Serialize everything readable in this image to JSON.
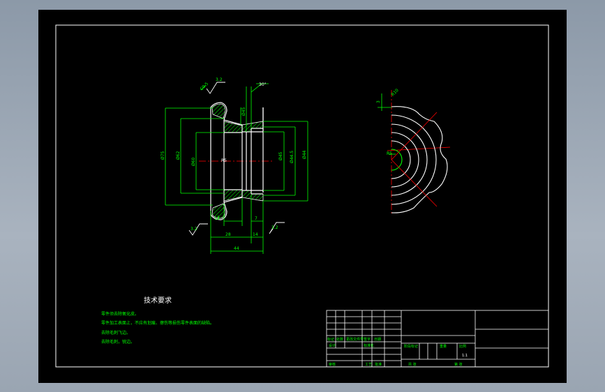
{
  "colors": {
    "desktop": "#a9b3bf",
    "sheet": "#000000",
    "line": "#ffffff",
    "dimension": "#00ff00",
    "hatch": "#00ff00",
    "center": "#ff0000"
  },
  "front_view": {
    "roughness_top": "3.2",
    "roughness_bottom_left": "3.2",
    "roughness_bottom_right": "3.2",
    "chamfer": "C0.5",
    "angle": "30°",
    "dia_outer": "Ø75",
    "dia_flange": "Ø62",
    "dia_bore": "Ø60",
    "dia_inner_1": "Ø45",
    "dia_inner_2": "Ø44.5",
    "dia_inner_3": "Ø44",
    "dia_right": "Ø45",
    "r_small": "R5",
    "dim_3": "3",
    "dim_12": "12",
    "dim_7": "7",
    "dim_28": "28",
    "dim_14": "14",
    "dim_44": "44"
  },
  "side_view": {
    "label_top": "R10",
    "label_left": "3",
    "label_center": "R5"
  },
  "tech_req": {
    "title": "技术要求",
    "lines": [
      "零件须去除氧化皮。",
      "零件加工表面上，不应有划痕、擦伤等损伤零件表面的缺陷。",
      "去除毛刺飞边。",
      "去除毛刺，锐边。"
    ]
  },
  "title_block": {
    "row_labels": [
      "标记",
      "处数",
      "更改文件号",
      "签字",
      "日期"
    ],
    "design": "设计",
    "standard": "标准化",
    "stage": "阶段标记",
    "weight": "重量",
    "scale": "比例",
    "scale_value": "1:1",
    "review": "审核",
    "process": "工艺",
    "approve": "批准",
    "sheet_total": "共 张",
    "sheet_no": "第 张"
  }
}
